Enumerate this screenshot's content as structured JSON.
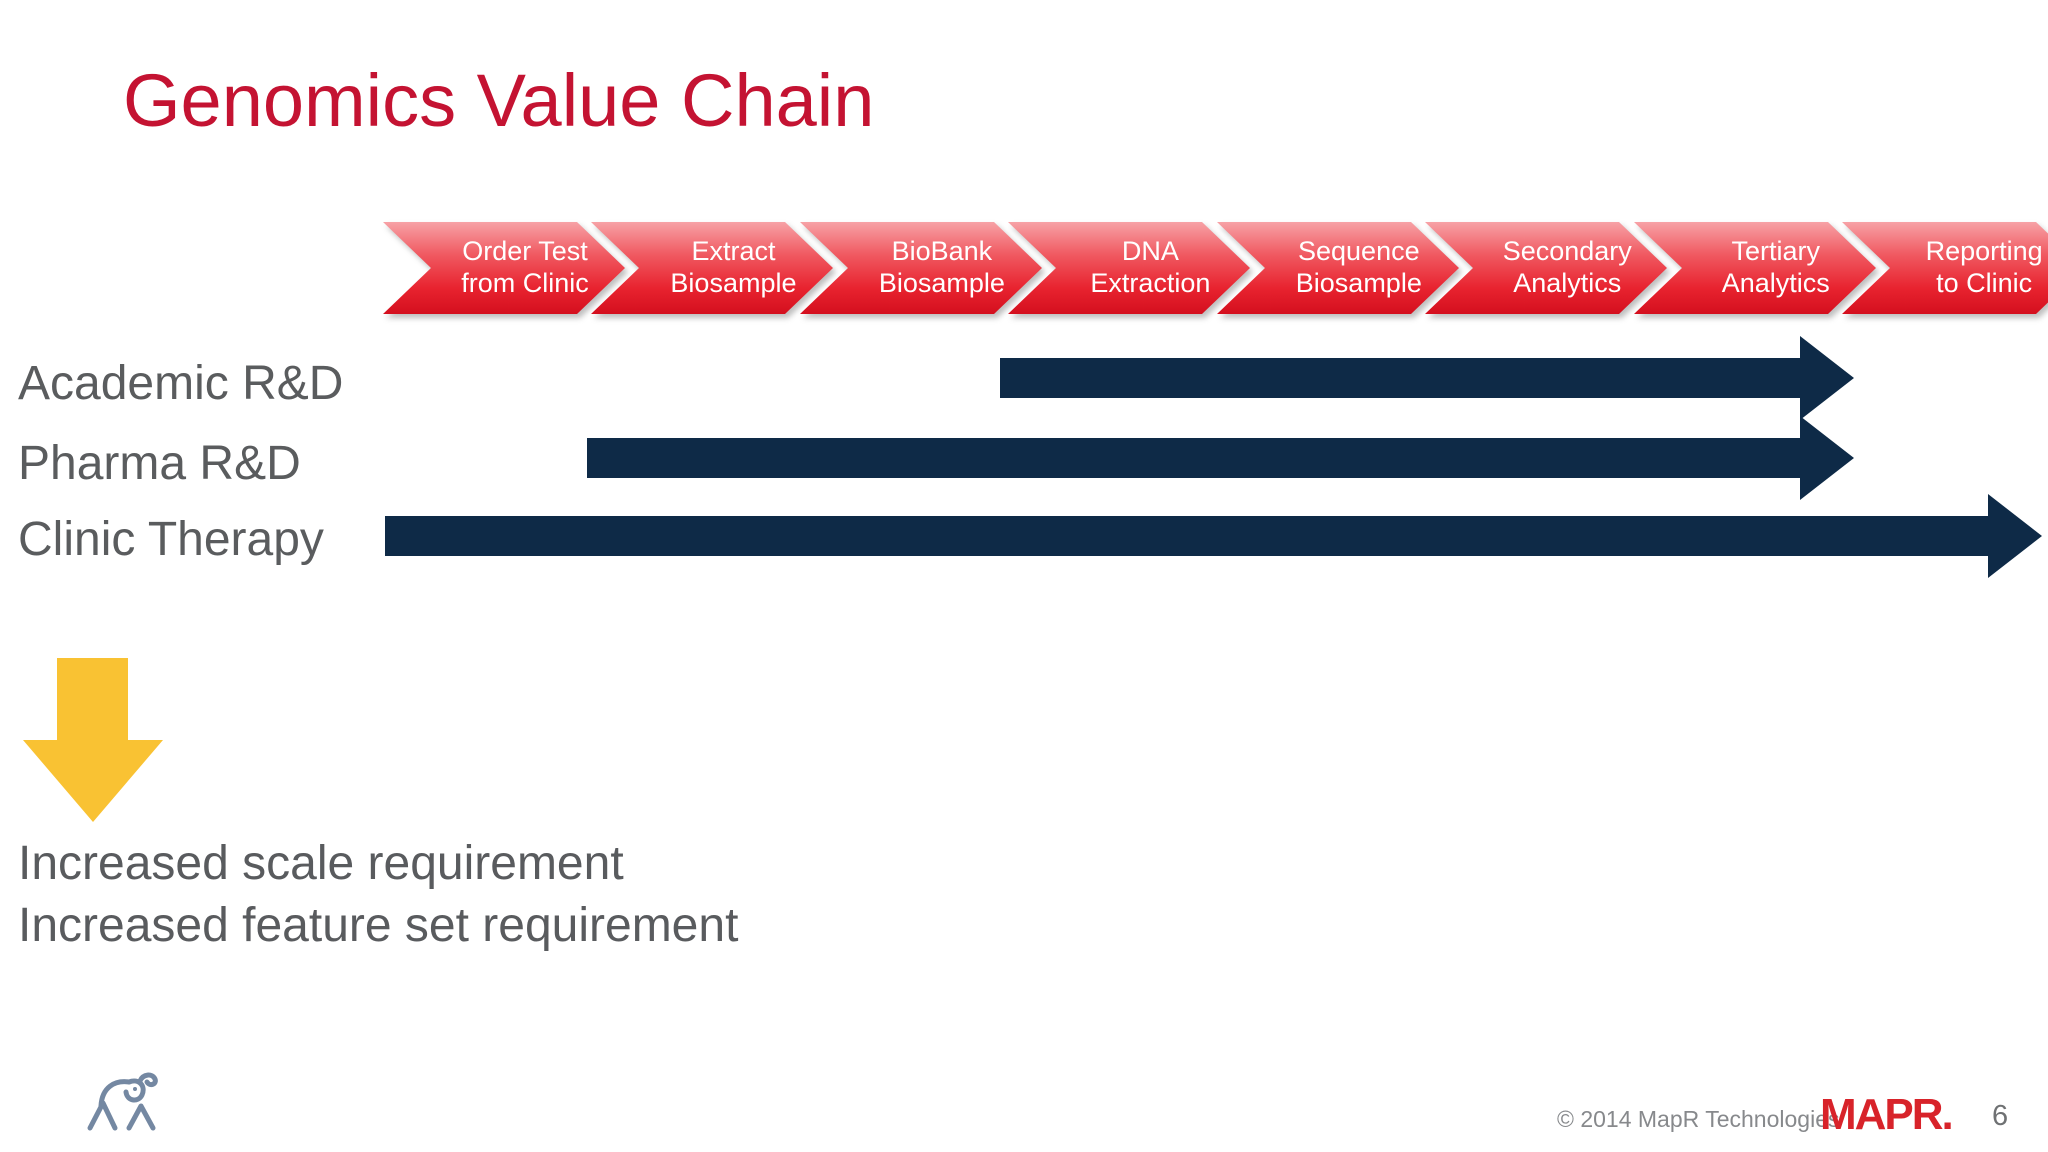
{
  "slide": {
    "title": "Genomics Value Chain",
    "copyright": "© 2014 MapR Technologies",
    "brand": "MAPR.",
    "page_number": "6"
  },
  "process": {
    "steps": [
      {
        "line1": "Order Test",
        "line2": "from Clinic"
      },
      {
        "line1": "Extract",
        "line2": "Biosample"
      },
      {
        "line1": "BioBank",
        "line2": "Biosample"
      },
      {
        "line1": "DNA",
        "line2": "Extraction"
      },
      {
        "line1": "Sequence",
        "line2": "Biosample"
      },
      {
        "line1": "Secondary",
        "line2": "Analytics"
      },
      {
        "line1": "Tertiary",
        "line2": "Analytics"
      },
      {
        "line1": "Reporting",
        "line2": "to Clinic"
      }
    ]
  },
  "rows": [
    {
      "label": "Academic R&D",
      "spans_from": "DNA Extraction",
      "spans_to": "Reporting to Clinic"
    },
    {
      "label": "Pharma R&D",
      "spans_from": "Extract Biosample",
      "spans_to": "Reporting to Clinic"
    },
    {
      "label": "Clinic Therapy",
      "spans_from": "Order Test from Clinic",
      "spans_to": "Reporting to Clinic"
    }
  ],
  "notes": {
    "line1": "Increased scale requirement",
    "line2": "Increased feature set requirement"
  },
  "colors": {
    "title_red": "#c41332",
    "chevron_red_top": "#f7a2a6",
    "chevron_red_bottom": "#d40f1e",
    "coverage_navy": "#0e2a47",
    "highlight_yellow": "#f9c233",
    "text_gray": "#5a5c5e",
    "brand_red": "#d8232a"
  },
  "icons": {
    "down_arrow": "down-arrow",
    "elephant": "elephant-logo"
  }
}
